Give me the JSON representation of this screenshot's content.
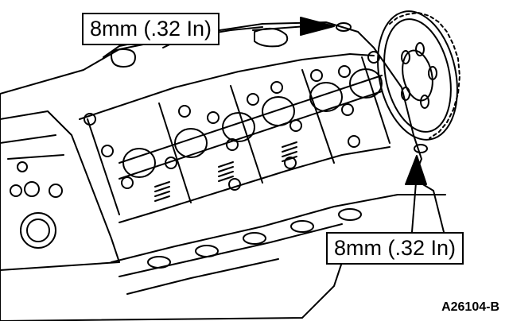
{
  "callouts": {
    "top_label": "8mm (.32 In)",
    "bottom_label": "8mm (.32 In)"
  },
  "figure_code": "A26104-B",
  "colors": {
    "ink": "#000000",
    "paper": "#ffffff"
  }
}
